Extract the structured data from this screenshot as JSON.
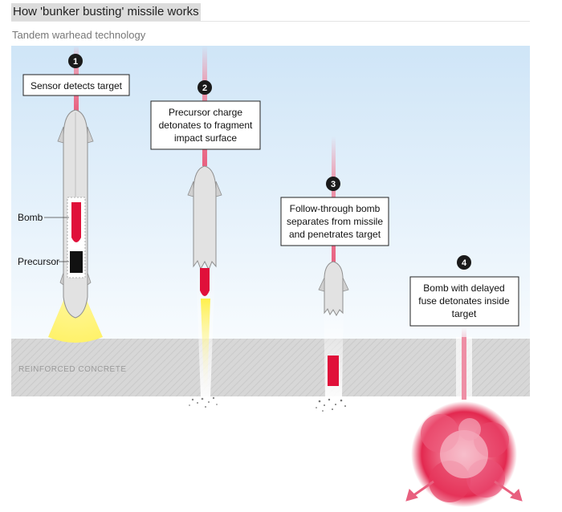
{
  "header": {
    "title": "How 'bunker busting' missile works",
    "subtitle": "Tandem warhead technology"
  },
  "steps": [
    {
      "number": "1",
      "lines": [
        "Sensor detects target"
      ]
    },
    {
      "number": "2",
      "lines": [
        "Precursor charge",
        "detonates to fragment",
        "impact surface"
      ]
    },
    {
      "number": "3",
      "lines": [
        "Follow-through bomb",
        "separates from missile",
        "and penetrates target"
      ]
    },
    {
      "number": "4",
      "lines": [
        "Bomb with delayed",
        "fuse detonates inside",
        "target"
      ]
    }
  ],
  "parts": {
    "bomb_label": "Bomb",
    "precursor_label": "Precursor"
  },
  "ground": {
    "label": "REINFORCED CONCRETE"
  },
  "colors": {
    "sky_top": "#cfe5f7",
    "concrete": "#d6d6d6",
    "bomb_red": "#e0103a",
    "precursor_black": "#111111",
    "laser_pink": "#ee8fa5",
    "sensor_yellow": "#fff275",
    "missile_grey": "#e2e2e2",
    "badge": "#1a1a1a"
  }
}
